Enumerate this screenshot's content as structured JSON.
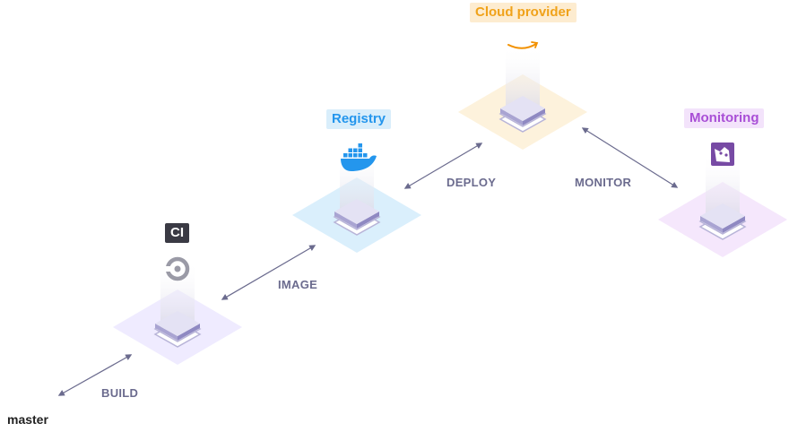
{
  "stages": {
    "ci": {
      "label": "CI",
      "icon": "circleci-icon",
      "color": "#3a3a44",
      "text_color": "#ffffff",
      "tint": "#ece8ff"
    },
    "registry": {
      "label": "Registry",
      "icon": "docker-icon",
      "color": "#d9eefb",
      "text_color": "#2496ed",
      "tint": "#d4ecfc"
    },
    "cloud": {
      "label": "Cloud provider",
      "icon": "aws-icon",
      "color": "#fdecd0",
      "text_color": "#f0a21a",
      "tint": "#fdf0d6"
    },
    "monitoring": {
      "label": "Monitoring",
      "icon": "datadog-icon",
      "color": "#f3e3fb",
      "text_color": "#a94fd6",
      "tint": "#f3e3fb"
    }
  },
  "edges": {
    "build": "BUILD",
    "image": "IMAGE",
    "deploy": "DEPLOY",
    "monitor": "MONITOR"
  },
  "source": {
    "label": "master"
  },
  "colors": {
    "arrow": "#6b6b8e",
    "edge_label": "#6b6b8e",
    "block_top": "#e4e2f4",
    "block_side": "#b8b4d8"
  }
}
